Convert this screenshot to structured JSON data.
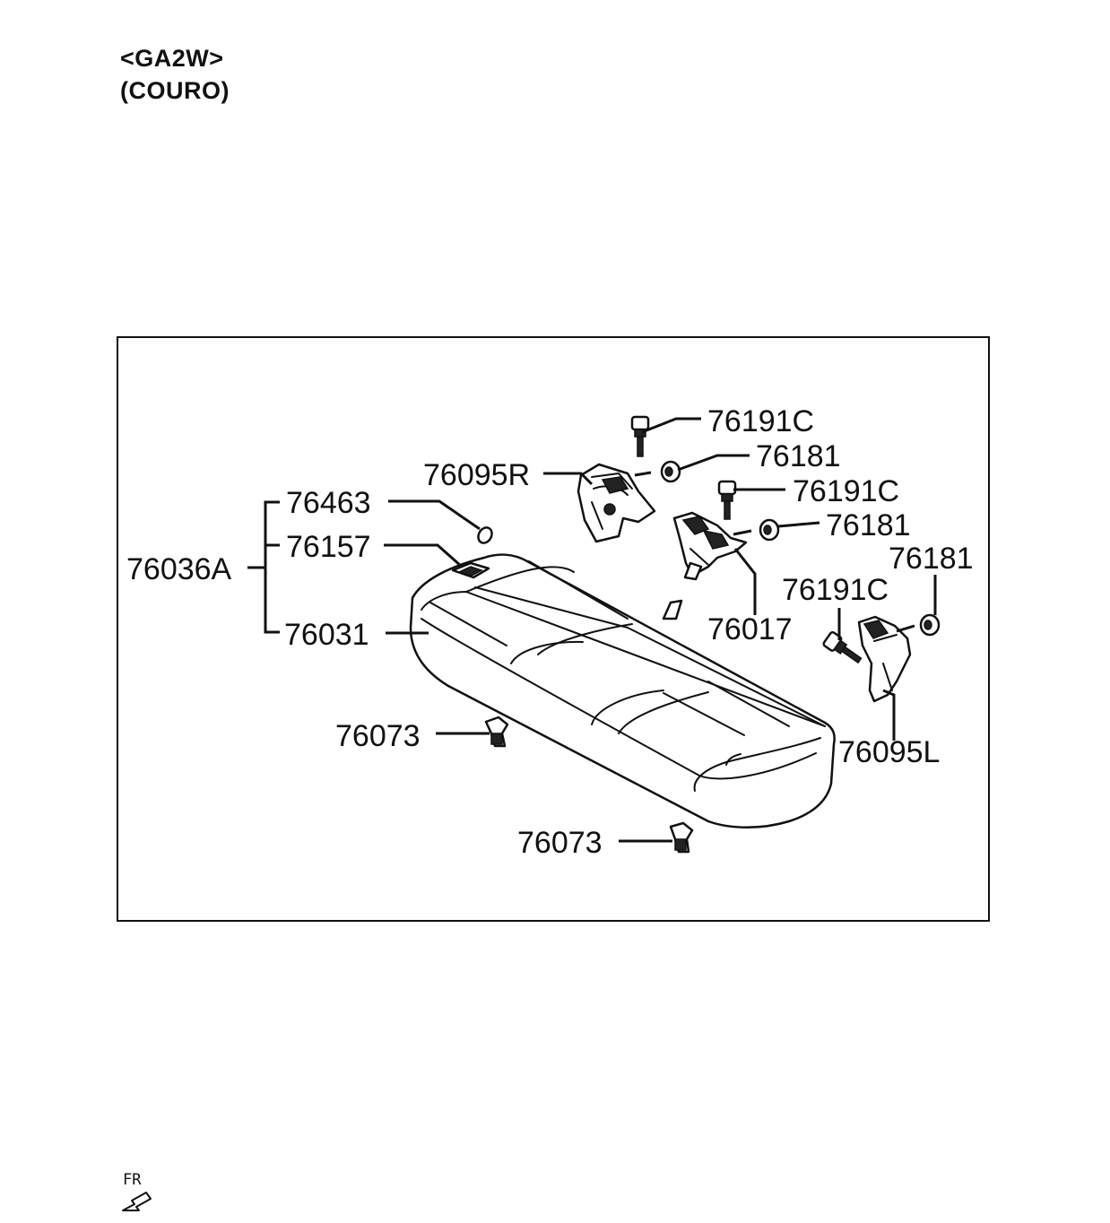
{
  "header": {
    "model": "<GA2W>",
    "variant": "(COURO)"
  },
  "orientation": {
    "label": "FR"
  },
  "callouts": [
    "76191C",
    "76181",
    "76095R",
    "76191C",
    "76463",
    "76181",
    "76157",
    "76181",
    "76036A",
    "76191C",
    "76017",
    "76031",
    "76073",
    "76095L",
    "76073"
  ]
}
